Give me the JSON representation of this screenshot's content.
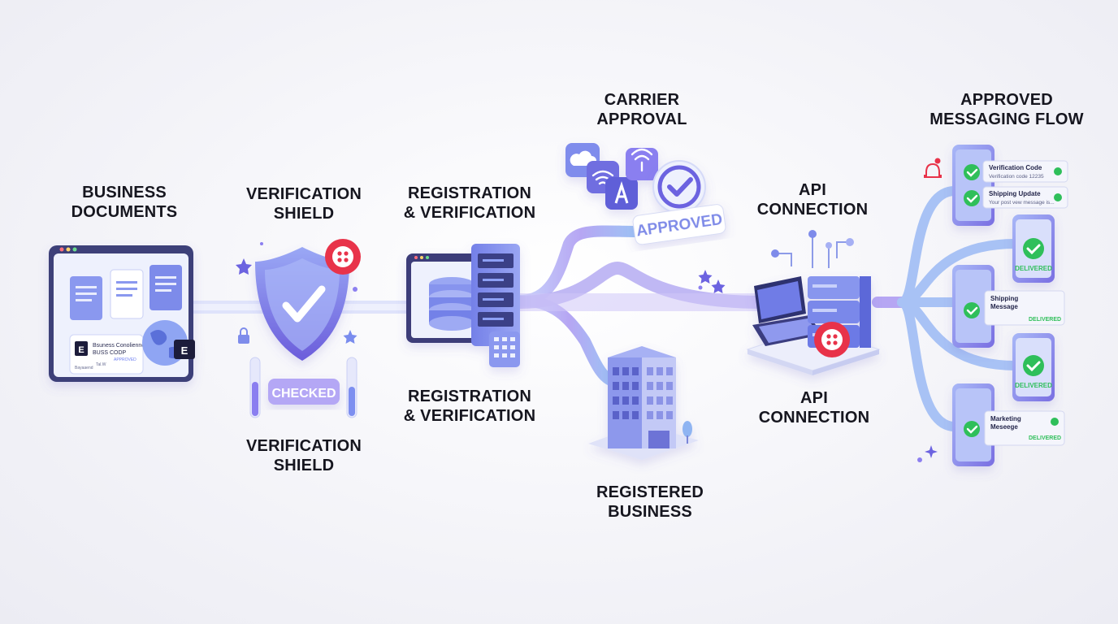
{
  "labels": {
    "business_documents": [
      "BUSINESS",
      "DOCUMENTS"
    ],
    "verification_shield_top": [
      "VERIFICATION",
      "SHIELD"
    ],
    "verification_shield_bottom": [
      "VERIFICATION",
      "SHIELD"
    ],
    "registration_top": [
      "REGISTRATION",
      "& VERIFICATION"
    ],
    "registration_bottom": [
      "REGISTRATION",
      "& VERIFICATION"
    ],
    "carrier_approval": [
      "CARRIER",
      "APPROVAL"
    ],
    "registered_business": [
      "REGISTERED",
      "BUSINESS"
    ],
    "api_connection_top": [
      "API",
      "CONNECTION"
    ],
    "api_connection_bottom": [
      "API",
      "CONNECTION"
    ],
    "approved_messaging_flow": [
      "APPROVED",
      "MESSAGING FLOW"
    ]
  },
  "badges": {
    "checked": "CHECKED",
    "approved": "APPROVED"
  },
  "document_card": {
    "line1": "Bsuness Conoliennes",
    "line2": "BUSS CODP",
    "logo": "E",
    "foot_left": "Bayaaend",
    "foot_mid": "Tal.W",
    "foot_right": "APPROVED"
  },
  "messages": [
    {
      "title": "Verification Code",
      "body": "Verification code 12235"
    },
    {
      "title": "Shipping Update",
      "body": "Your post vew message is..."
    },
    {
      "status": "DELIVERED"
    },
    {
      "title": "Shipping",
      "title2": "Message",
      "status": "DELIVERED"
    },
    {
      "status": "DELIVERED"
    },
    {
      "title": "Marketing",
      "title2": "Meseege",
      "status": "DELIVERED"
    }
  ],
  "colors": {
    "primary": "#6c63e0",
    "primary_light": "#a9b4f5",
    "pipe": "#c9c2f4",
    "check_green": "#2fbf5a",
    "badge_red": "#e8334a",
    "text": "#16161f"
  },
  "icons": [
    "document-icon",
    "globe-icon",
    "shield-icon",
    "checkmark-icon",
    "lock-icon",
    "star-icon",
    "database-icon",
    "server-icon",
    "wifi-icon",
    "cloud-icon",
    "building-icon",
    "laptop-icon",
    "phone-icon",
    "bell-icon"
  ]
}
